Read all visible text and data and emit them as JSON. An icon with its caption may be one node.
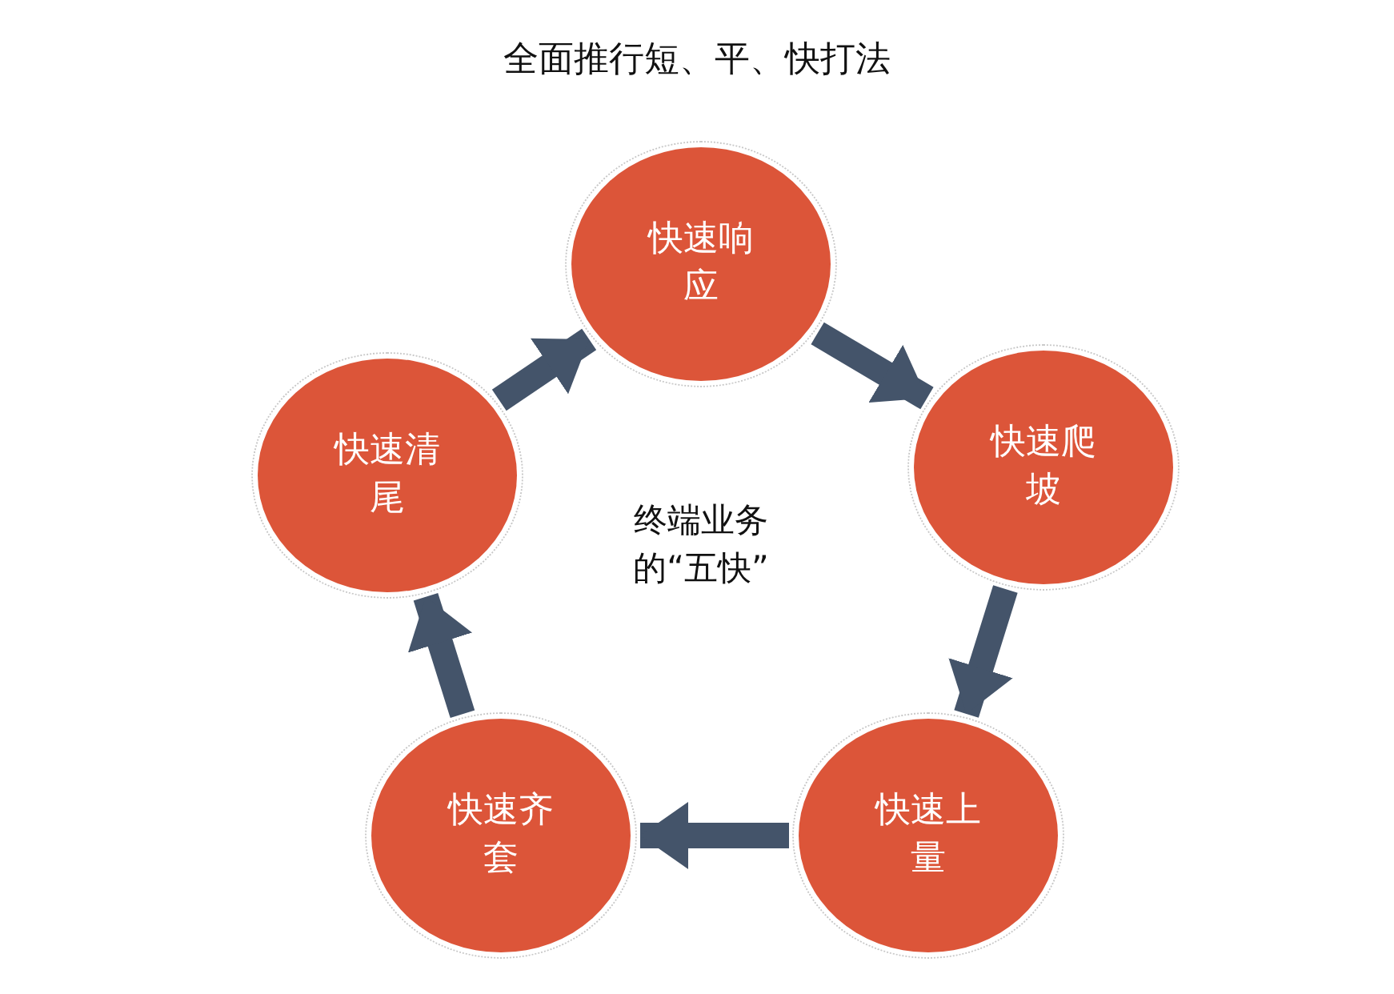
{
  "diagram": {
    "title": "全面推行短、平、快打法",
    "nodes": [
      {
        "text": [
          "快速响应"
        ]
      },
      {
        "text": [
          "快速清尾"
        ]
      },
      {
        "text": [
          "快速爬坡"
        ]
      },
      {
        "text": [
          "快速齐套"
        ]
      },
      {
        "text": [
          "快速上量"
        ]
      }
    ],
    "edges": [
      {
        "from": 0,
        "to": 2,
        "arrow": "to"
      },
      {
        "from": 2,
        "to": 4,
        "arrow": "to"
      },
      {
        "from": 4,
        "to": 3,
        "arrow": "to"
      },
      {
        "from": 3,
        "to": 1,
        "arrow": "to"
      },
      {
        "from": 1,
        "to": 0,
        "arrow": "to"
      }
    ],
    "labels": [
      "终端业务的“五快”"
    ]
  }
}
